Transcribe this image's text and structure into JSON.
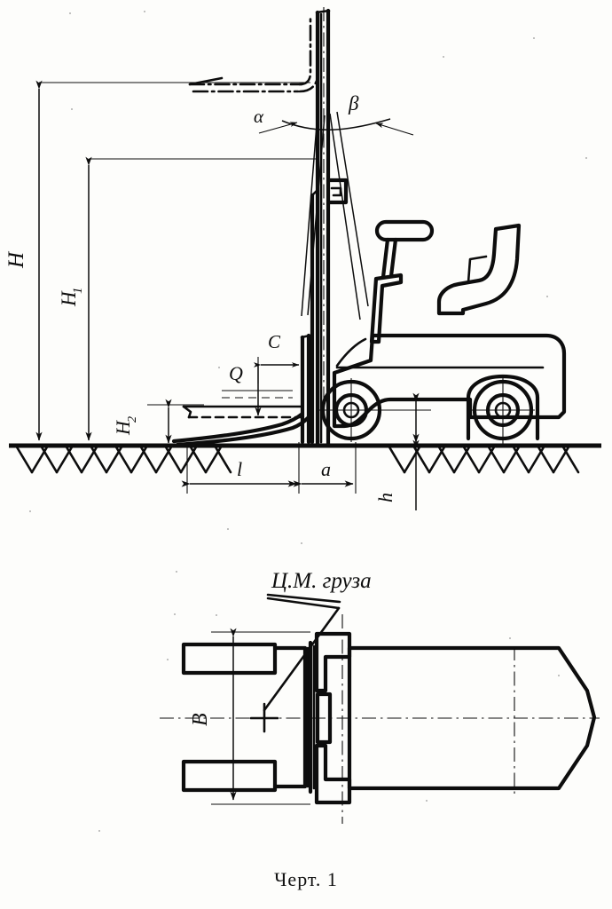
{
  "figure": {
    "caption": "Черт. 1",
    "title_note": "Ц.М. груза",
    "ink_color": "#0d0d0d",
    "paper_color": "#fdfdfb"
  },
  "side_view": {
    "name": "forklift-side-elevation",
    "dimension_labels": {
      "H": "H",
      "H1_base": "H",
      "H1_sub": "1",
      "H2_base": "H",
      "H2_sub": "2",
      "Q": "Q",
      "C": "C",
      "l": "l",
      "a": "a",
      "h": "h",
      "alpha": "α",
      "beta": "β"
    }
  },
  "plan_view": {
    "name": "forklift-plan-view",
    "dimension_labels": {
      "B": "B"
    },
    "annotation": "Ц.М. груза"
  },
  "legend_meanings": {
    "H": "lift height to raised fork",
    "H1": "mast height",
    "H2": "fork height above ground",
    "Q": "load",
    "C": "load centre distance",
    "l": "fork length",
    "a": "front overhang",
    "h": "ground clearance",
    "B": "overall width",
    "alpha": "forward tilt angle",
    "beta": "backward tilt angle"
  }
}
